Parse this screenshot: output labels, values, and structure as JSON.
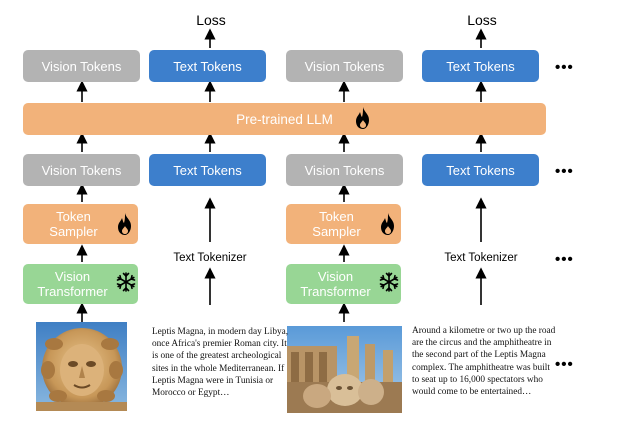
{
  "loss_label": "Loss",
  "vision_tokens_label": "Vision Tokens",
  "text_tokens_label": "Text Tokens",
  "llm_label": "Pre-trained LLM",
  "token_sampler_label": "Token\nSampler",
  "vision_transformer_label": "Vision\nTransformer",
  "text_tokenizer_label": "Text Tokenizer",
  "ellipsis": "•••",
  "passage_1": "Leptis Magna, in modern day Libya, once Africa's premier Roman city. It is one of the greatest archeological sites in the whole Mediterranean. If Leptis Magna were in Tunisia or Morocco or Egypt…",
  "passage_2": "Around a kilometre or two up the road are the circus and the amphitheatre in the second part of the Leptis Magna complex. The amphitheatre was built to seat up to 16,000 spectators who would come to be entertained…",
  "icons": {
    "trainable": "flame-icon",
    "frozen": "snowflake-icon"
  },
  "colors": {
    "vision_tokens": "#b3b3b3",
    "text_tokens": "#3d7fcc",
    "llm": "#f2b27a",
    "sampler": "#f2b27a",
    "vit": "#98d695",
    "flame": "#000000"
  }
}
